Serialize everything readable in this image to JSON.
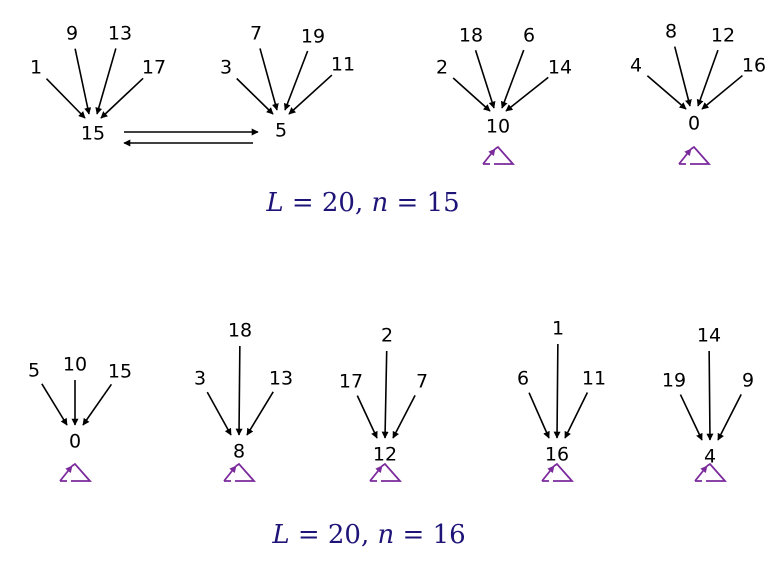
{
  "colors": {
    "arrow": "#000000",
    "selfloop": "#7b2a9c",
    "caption": "#1e1478"
  },
  "panels": [
    {
      "caption": {
        "L_var": "L",
        "L_val": " = 20, ",
        "n_var": "n",
        "n_val": " = 15"
      },
      "groups": [
        {
          "target": "15",
          "sources": [
            "1",
            "9",
            "13",
            "17"
          ],
          "self_loop": false
        },
        {
          "target": "5",
          "sources": [
            "3",
            "7",
            "19",
            "11"
          ],
          "self_loop": false
        },
        {
          "target": "10",
          "sources": [
            "2",
            "18",
            "6",
            "14"
          ],
          "self_loop": true
        },
        {
          "target": "0",
          "sources": [
            "4",
            "8",
            "12",
            "16"
          ],
          "self_loop": true
        }
      ],
      "cycle": [
        "15",
        "5"
      ]
    },
    {
      "caption": {
        "L_var": "L",
        "L_val": " = 20, ",
        "n_var": "n",
        "n_val": " = 16"
      },
      "groups": [
        {
          "target": "0",
          "sources": [
            "5",
            "10",
            "15"
          ],
          "self_loop": true
        },
        {
          "target": "8",
          "sources": [
            "3",
            "18",
            "13"
          ],
          "self_loop": true
        },
        {
          "target": "12",
          "sources": [
            "17",
            "2",
            "7"
          ],
          "self_loop": true
        },
        {
          "target": "16",
          "sources": [
            "6",
            "1",
            "11"
          ],
          "self_loop": true
        },
        {
          "target": "4",
          "sources": [
            "19",
            "14",
            "9"
          ],
          "self_loop": true
        }
      ]
    }
  ]
}
